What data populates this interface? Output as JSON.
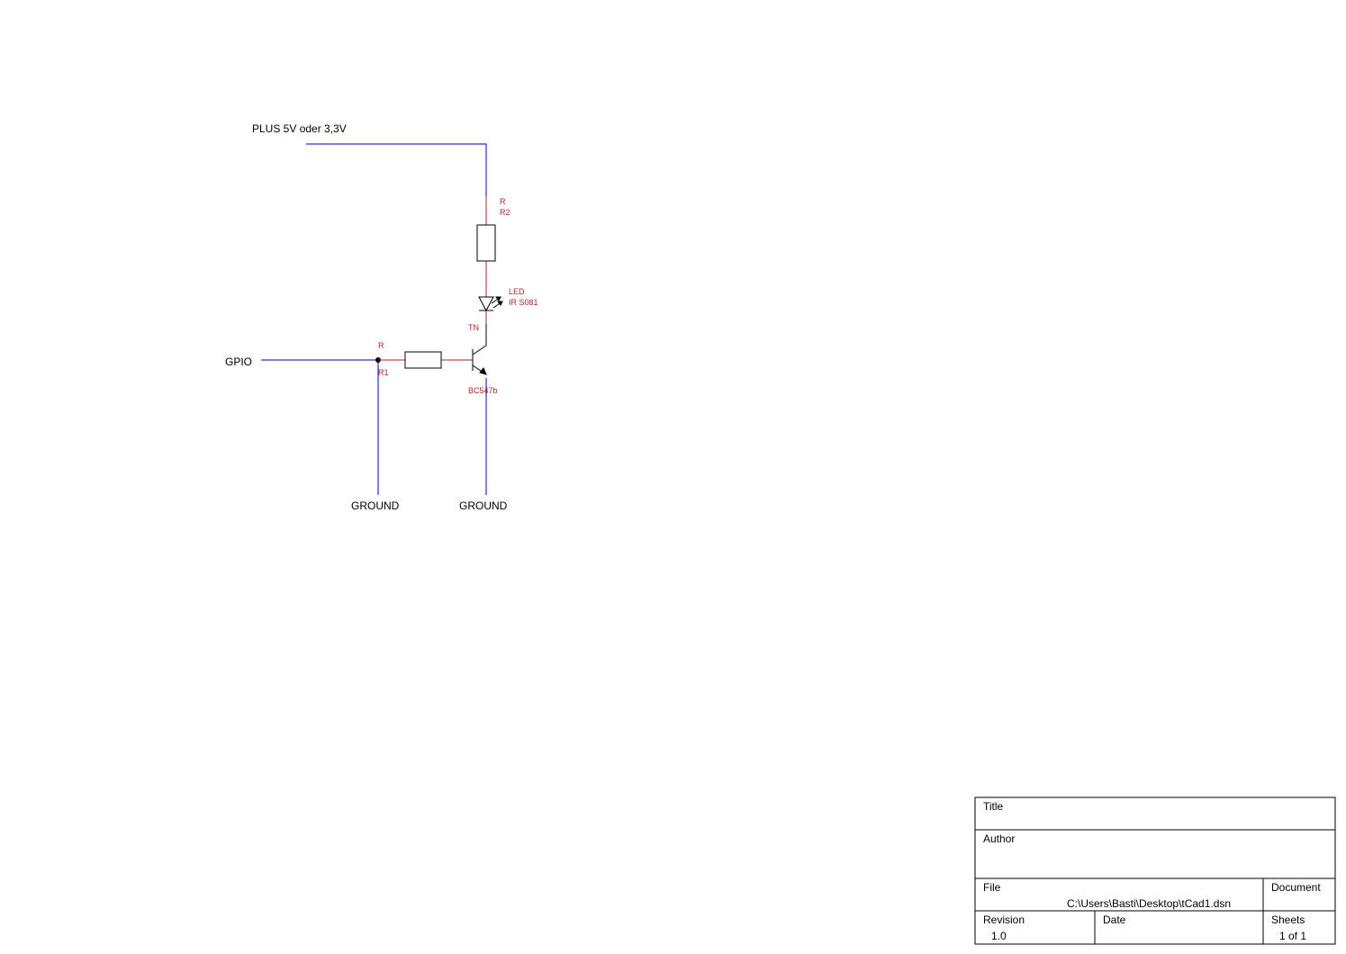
{
  "colors": {
    "wire": "#0000c0",
    "component": "#a52a2a",
    "symbol": "#000000",
    "background": "#ffffff"
  },
  "nets": {
    "supply": "PLUS 5V oder 3,3V",
    "gpio": "GPIO",
    "ground_left": "GROUND",
    "ground_right": "GROUND"
  },
  "components": {
    "r2": {
      "type": "R",
      "ref": "R2"
    },
    "r1": {
      "type": "R",
      "ref": "R1"
    },
    "led": {
      "type": "LED",
      "value": "IR S081"
    },
    "transistor": {
      "type": "TN",
      "value": "BC547b"
    }
  },
  "title_block": {
    "title_label": "Title",
    "title_value": "",
    "author_label": "Author",
    "author_value": "",
    "file_label": "File",
    "file_value": "C:\\Users\\Basti\\Desktop\\tCad1.dsn",
    "document_label": "Document",
    "revision_label": "Revision",
    "revision_value": "1.0",
    "date_label": "Date",
    "date_value": "",
    "sheets_label": "Sheets",
    "sheets_value": "1 of 1"
  }
}
